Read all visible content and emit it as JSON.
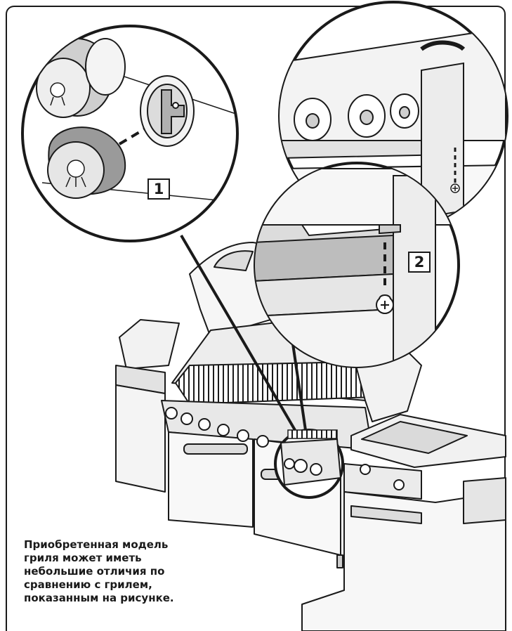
{
  "steps": [
    {
      "number": "1"
    },
    {
      "number": "2"
    }
  ],
  "caption": "Приобретенная модель гриля может иметь небольшие отличия по сравнению с грилем, показанным на рисунке.",
  "colors": {
    "line": "#1a1a1a",
    "fill_light": "#ececec",
    "fill_mid": "#c8c8c8",
    "fill_dark": "#8a8a8a",
    "background": "#ffffff"
  },
  "icons": [
    "weber-kettle-logo-icon",
    "screw-icon",
    "knob-icon"
  ]
}
